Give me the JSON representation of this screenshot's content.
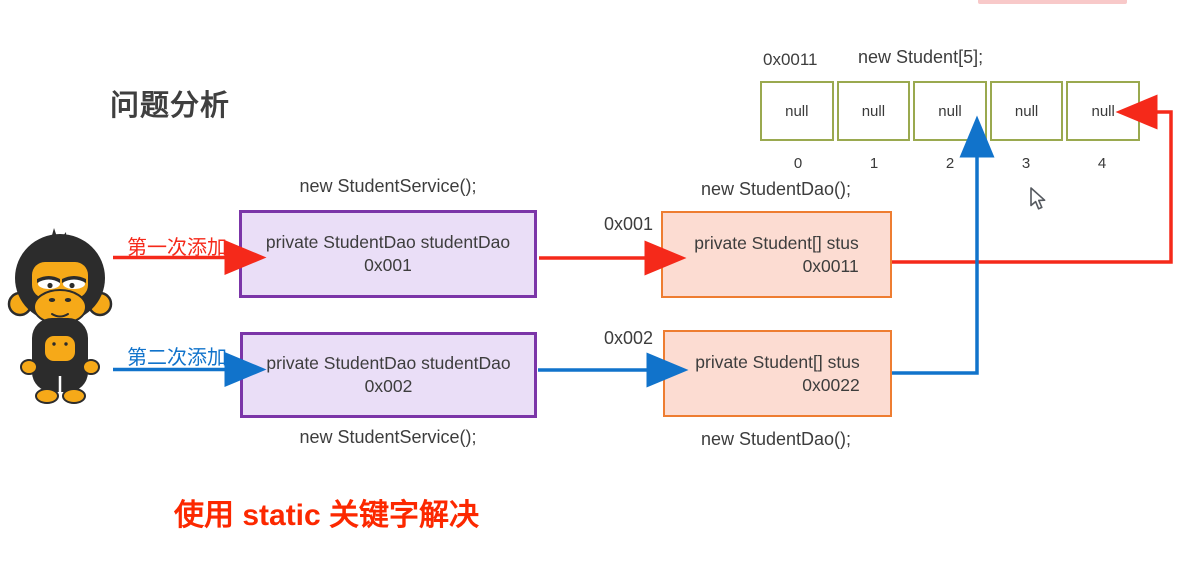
{
  "title": "问题分析",
  "bottom_note": "使用 static 关键字解决",
  "colors": {
    "red_arrow": "#f5291a",
    "blue_arrow": "#1173cb",
    "purple_border": "#7b35a8",
    "purple_fill": "#eadef7",
    "orange_border": "#ee7d31",
    "orange_fill": "#fcdcd2",
    "array_green_border": "#9aa94f",
    "text_gray": "#3d3d3d",
    "note_red": "#fc2800",
    "top_bar_pink": "#f8c9c9"
  },
  "array": {
    "address_label": "0x0011",
    "new_label": "new Student[5];",
    "cells": [
      "null",
      "null",
      "null",
      "null",
      "null"
    ],
    "indices": [
      "0",
      "1",
      "2",
      "3",
      "4"
    ]
  },
  "flow": {
    "first_add_label": "第一次添加",
    "second_add_label": "第二次添加",
    "service_new_top": "new StudentService();",
    "service_new_bottom": "new StudentService();",
    "dao_new_top": "new StudentDao();",
    "dao_new_bottom": "new StudentDao();",
    "service_box1": {
      "line1": "private StudentDao studentDao",
      "line2": "0x001"
    },
    "service_box2": {
      "line1": "private StudentDao studentDao",
      "line2": "0x002"
    },
    "dao_box1": {
      "line1": "private Student[] stus",
      "line2": "0x0011"
    },
    "dao_box2": {
      "line1": "private Student[] stus",
      "line2": "0x0022"
    },
    "ref_label1": "0x001",
    "ref_label2": "0x002"
  },
  "icons": {
    "mascot": "monkey-mascot",
    "cursor": "mouse-cursor"
  }
}
